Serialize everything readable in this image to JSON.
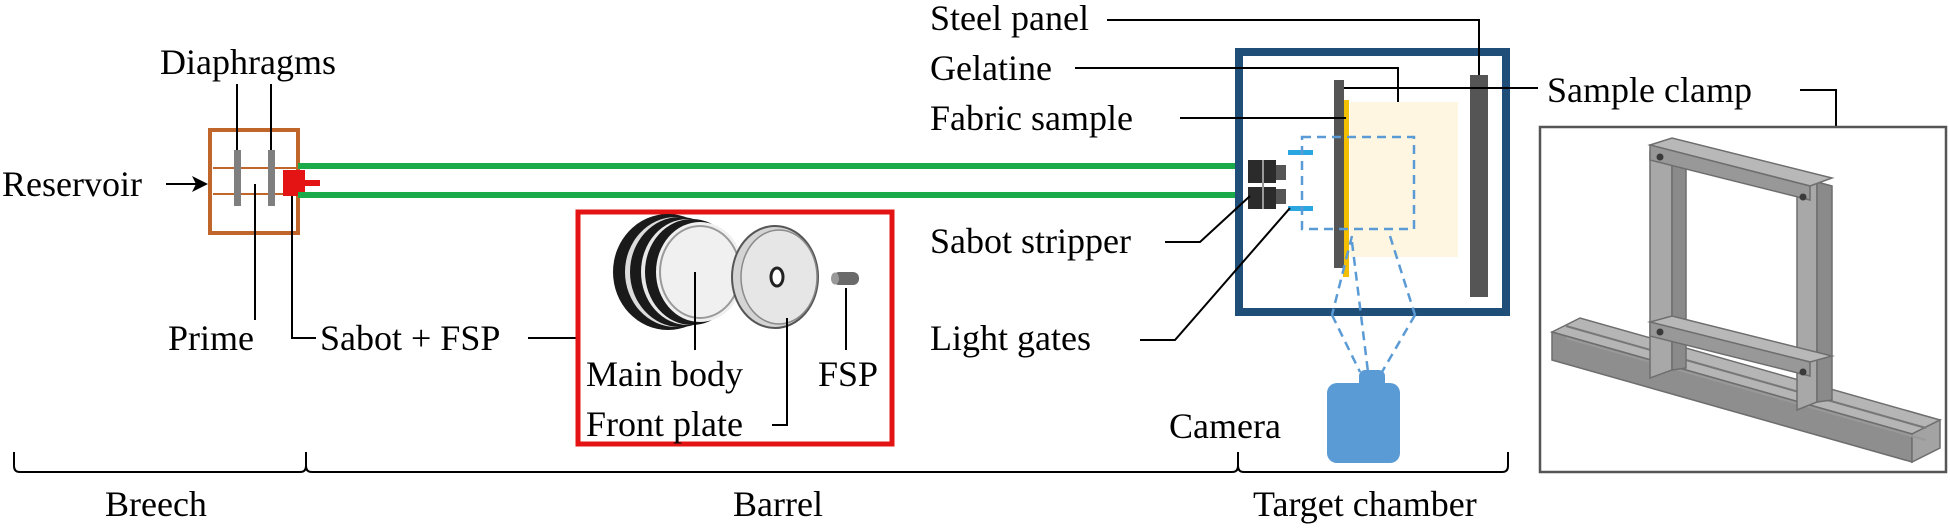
{
  "labels": {
    "reservoir": "Reservoir",
    "diaphragms": "Diaphragms",
    "prime": "Prime",
    "sabot_fsp": "Sabot + FSP",
    "main_body": "Main body",
    "front_plate": "Front plate",
    "fsp": "FSP",
    "steel_panel": "Steel panel",
    "gelatine": "Gelatine",
    "fabric_sample": "Fabric sample",
    "sabot_stripper": "Sabot stripper",
    "light_gates": "Light gates",
    "camera": "Camera",
    "sample_clamp": "Sample clamp"
  },
  "sections": {
    "breech": "Breech",
    "barrel": "Barrel",
    "target_chamber": "Target chamber"
  },
  "colors": {
    "breech_box": "#c0662a",
    "barrel_line": "#1aaa4a",
    "projectile": "#e41414",
    "inset_frame": "#e41414",
    "chamber_frame": "#1f4e79",
    "gelatine_fill": "#fff6e2",
    "fabric": "#f2c000",
    "steel": "#555555",
    "light_gate": "#2aa6e0",
    "camera": "#5b9bd5",
    "camera_fov": "#5b9bd5",
    "clamp_frame": "#555555"
  }
}
